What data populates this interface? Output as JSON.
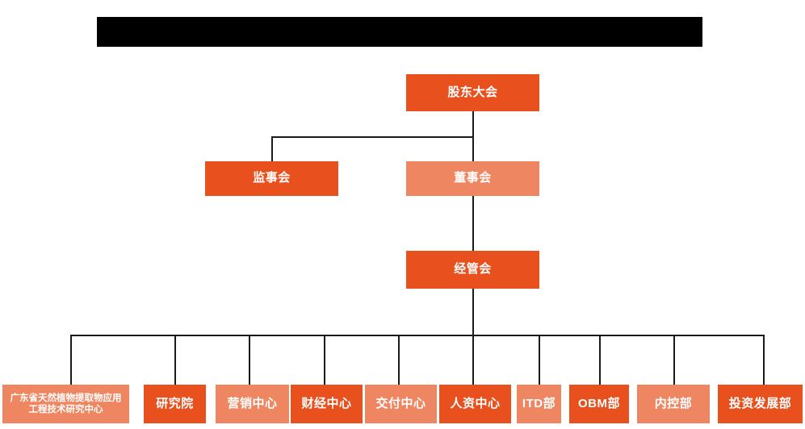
{
  "header": {
    "redaction_bar": "",
    "note": "solid black bar, no legible text"
  },
  "chart_data": {
    "type": "diagram",
    "title": "",
    "colors": {
      "dark_orange": "#e8501e",
      "light_orange": "#ee8662",
      "line": "#1a1a1a",
      "header_bar": "#000000",
      "text": "#ffffff",
      "background": "#ffffff"
    },
    "levels": [
      {
        "level": 1,
        "nodes": [
          "shareholders_meeting"
        ]
      },
      {
        "level": 2,
        "nodes": [
          "board_of_supervisors",
          "board_of_directors"
        ]
      },
      {
        "level": 3,
        "nodes": [
          "management_committee"
        ]
      },
      {
        "level": 4,
        "nodes": [
          "guangdong_research_center",
          "research_institute",
          "marketing_center",
          "finance_center",
          "delivery_center",
          "hr_center",
          "itd_dept",
          "obm_dept",
          "internal_control_dept",
          "investment_development_dept"
        ]
      }
    ],
    "edges": [
      {
        "from": "shareholders_meeting",
        "to": "board_of_supervisors"
      },
      {
        "from": "shareholders_meeting",
        "to": "board_of_directors"
      },
      {
        "from": "board_of_directors",
        "to": "management_committee"
      },
      {
        "from": "management_committee",
        "to": "guangdong_research_center"
      },
      {
        "from": "management_committee",
        "to": "research_institute"
      },
      {
        "from": "management_committee",
        "to": "marketing_center"
      },
      {
        "from": "management_committee",
        "to": "finance_center"
      },
      {
        "from": "management_committee",
        "to": "delivery_center"
      },
      {
        "from": "management_committee",
        "to": "hr_center"
      },
      {
        "from": "management_committee",
        "to": "itd_dept"
      },
      {
        "from": "management_committee",
        "to": "obm_dept"
      },
      {
        "from": "management_committee",
        "to": "internal_control_dept"
      },
      {
        "from": "management_committee",
        "to": "investment_development_dept"
      }
    ]
  },
  "nodes": {
    "shareholders_meeting": {
      "label": "股东大会",
      "tone": "dark"
    },
    "board_of_supervisors": {
      "label": "监事会",
      "tone": "dark"
    },
    "board_of_directors": {
      "label": "董事会",
      "tone": "light"
    },
    "management_committee": {
      "label": "经管会",
      "tone": "dark"
    },
    "guangdong_research_center": {
      "label": "广东省天然植物提取物应用工程技术研究中心",
      "tone": "light"
    },
    "research_institute": {
      "label": "研究院",
      "tone": "dark"
    },
    "marketing_center": {
      "label": "营销中心",
      "tone": "light"
    },
    "finance_center": {
      "label": "财经中心",
      "tone": "dark"
    },
    "delivery_center": {
      "label": "交付中心",
      "tone": "light"
    },
    "hr_center": {
      "label": "人资中心",
      "tone": "dark"
    },
    "itd_dept": {
      "label": "ITD部",
      "tone": "light"
    },
    "obm_dept": {
      "label": "OBM部",
      "tone": "dark"
    },
    "internal_control_dept": {
      "label": "内控部",
      "tone": "light"
    },
    "investment_development_dept": {
      "label": "投资发展部",
      "tone": "dark"
    }
  }
}
